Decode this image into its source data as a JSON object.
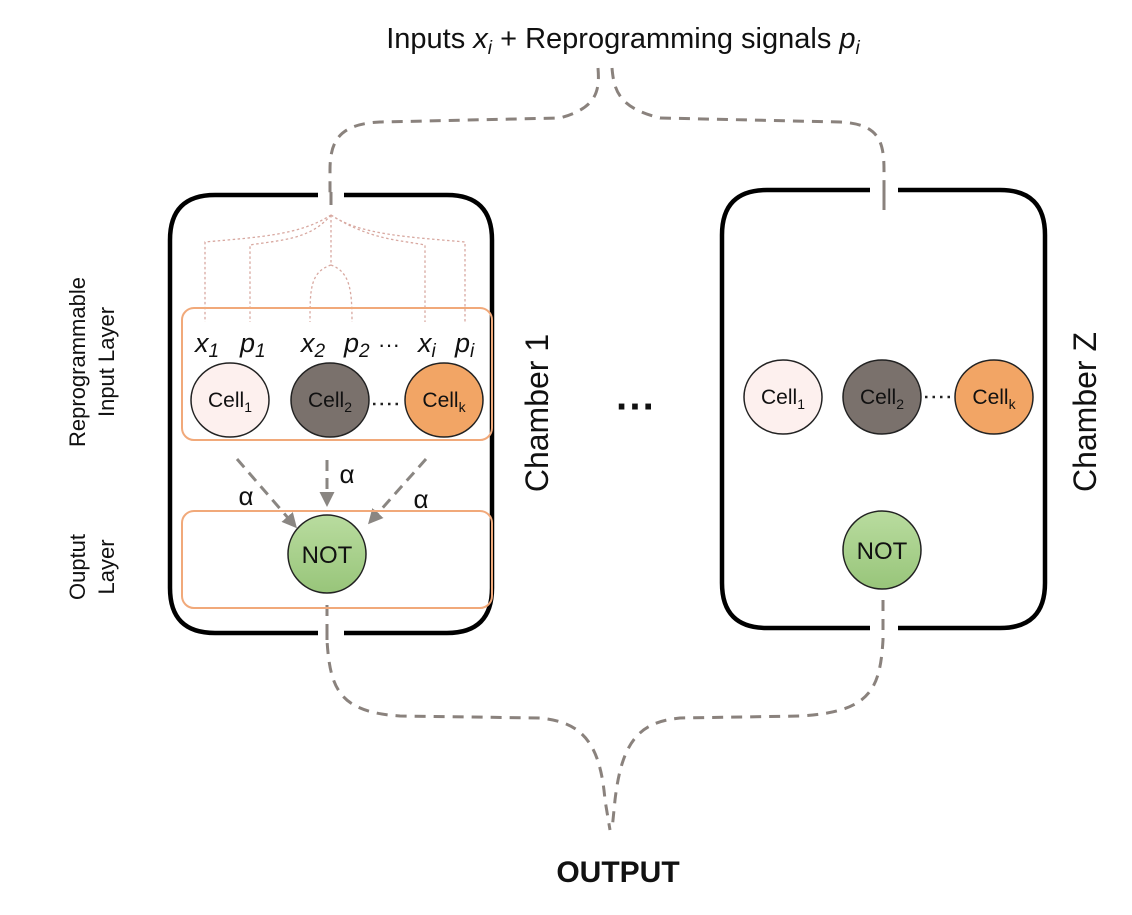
{
  "title": {
    "prefix": "Inputs ",
    "x": "x",
    "x_sub": "i",
    "mid": " + Reprogramming signals ",
    "p": "p",
    "p_sub": "i"
  },
  "side_labels": {
    "input_layer_line1": "Reprogrammable",
    "input_layer_line2": "Input  Layer",
    "output_layer_line1": "Ouptut",
    "output_layer_line2": "Layer"
  },
  "chamber1": {
    "label": "Chamber 1",
    "inputs": [
      {
        "var": "x",
        "sub": "1"
      },
      {
        "var": "p",
        "sub": "1"
      },
      {
        "var": "x",
        "sub": "2"
      },
      {
        "var": "p",
        "sub": "2"
      },
      {
        "var": "x",
        "sub": "i"
      },
      {
        "var": "p",
        "sub": "i"
      }
    ],
    "ellipsis": "···",
    "cells": [
      {
        "name": "Cell",
        "sub": "1",
        "color": "#fdf0ee"
      },
      {
        "name": "Cell",
        "sub": "2",
        "color": "#7a716c"
      },
      {
        "name": "Cell",
        "sub": "k",
        "color": "#f2a565"
      }
    ],
    "weight_label": "α",
    "output_gate": {
      "label": "NOT",
      "color": "#a7d08a"
    }
  },
  "between_chambers": "···",
  "chamberZ": {
    "label": "Chamber Z",
    "cells": [
      {
        "name": "Cell",
        "sub": "1",
        "color": "#fdf0ee"
      },
      {
        "name": "Cell",
        "sub": "2",
        "color": "#7a716c"
      },
      {
        "name": "Cell",
        "sub": "k",
        "color": "#f2a565"
      }
    ],
    "output_gate": {
      "label": "NOT",
      "color": "#a7d08a"
    }
  },
  "output_label": "OUTPUT",
  "colors": {
    "chamber_border": "#000000",
    "layer_border": "#f1a97a",
    "bus_line": "#8a827d"
  }
}
